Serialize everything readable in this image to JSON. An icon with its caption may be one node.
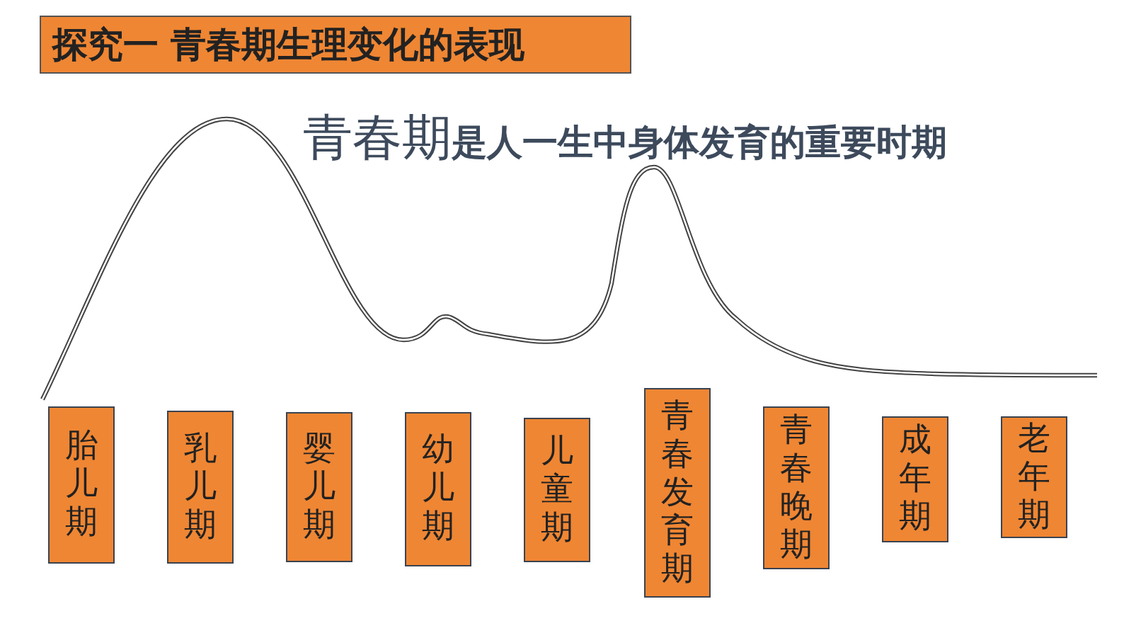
{
  "diagram": {
    "title": "探究一 青春期生理变化的表现",
    "nodes": [
      {
        "text": [
          "胎儿期"
        ]
      },
      {
        "text": [
          "乳儿期"
        ]
      },
      {
        "text": [
          "婴儿期"
        ]
      },
      {
        "text": [
          "幼儿期"
        ]
      },
      {
        "text": [
          "儿童期"
        ]
      },
      {
        "text": [
          "青春发育期"
        ]
      },
      {
        "text": [
          "青春晚期"
        ]
      },
      {
        "text": [
          "成年期"
        ]
      },
      {
        "text": [
          "老年期"
        ]
      }
    ],
    "labels": [
      "**青春期**是人一生中身体发育的重要时期"
    ]
  }
}
